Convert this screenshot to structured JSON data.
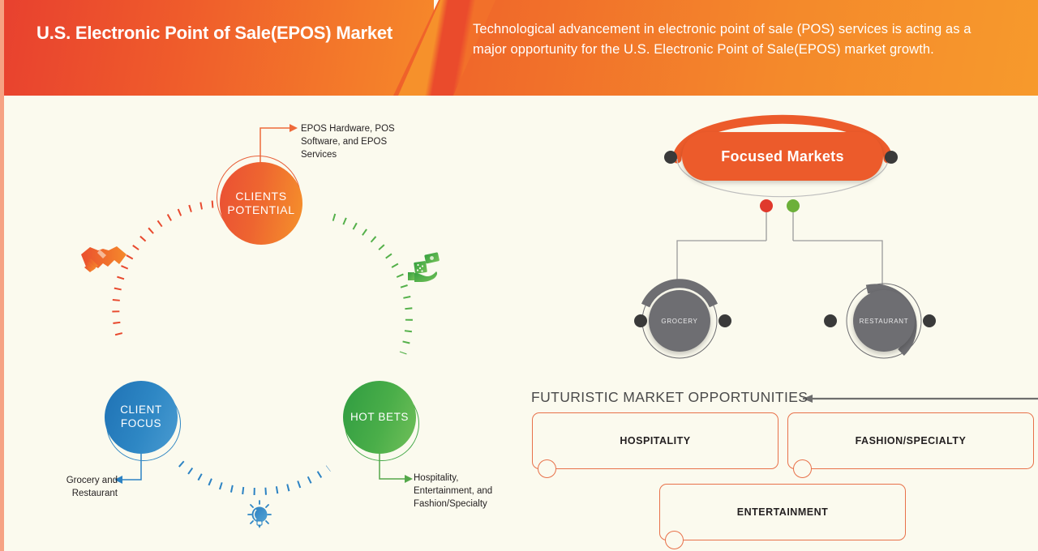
{
  "header": {
    "title": "U.S. Electronic Point of Sale(EPOS) Market",
    "subtitle": "Technological advancement in electronic point of sale (POS) services is acting as a major opportunity for the U.S. Electronic Point of Sale(EPOS) market growth.",
    "gradient_start": "#e8412f",
    "gradient_end": "#f79a2c"
  },
  "left_panel": {
    "nodes": [
      {
        "id": "clients-potential",
        "label": "CLIENTS POTENTIAL",
        "color": "#ee5f30",
        "callout": "EPOS Hardware, POS Software, and EPOS Services"
      },
      {
        "id": "client-focus",
        "label": "CLIENT FOCUS",
        "color": "#2e87c4",
        "callout": "Grocery and Restaurant"
      },
      {
        "id": "hot-bets",
        "label": "HOT BETS",
        "color": "#4aae49",
        "callout": "Hospitality, Entertainment, and Fashion/Specialty"
      }
    ],
    "icons": [
      {
        "name": "handshake-icon",
        "color": "#ee5f30"
      },
      {
        "name": "money-hand-icon",
        "color": "#4aae49"
      },
      {
        "name": "lightbulb-icon",
        "color": "#2e87c4"
      }
    ]
  },
  "right_panel": {
    "focused_markets_label": "Focused Markets",
    "focused_markets_color": "#ec5b2b",
    "connector_dots": [
      {
        "name": "red-dot",
        "color": "#e0392c"
      },
      {
        "name": "green-dot",
        "color": "#6cb03a"
      }
    ],
    "markets": [
      {
        "id": "grocery",
        "label": "GROCERY",
        "color": "#6e6e72"
      },
      {
        "id": "restaurant",
        "label": "RESTAURANT",
        "color": "#6e6e72"
      }
    ],
    "futuristic": {
      "heading": "FUTURISTIC MARKET OPPORTUNITIES",
      "boxes": [
        {
          "id": "hospitality",
          "label": "HOSPITALITY"
        },
        {
          "id": "fashion",
          "label": "FASHION/SPECIALTY"
        },
        {
          "id": "entertainment",
          "label": "ENTERTAINMENT"
        }
      ],
      "box_border_color": "#e8714a"
    }
  }
}
